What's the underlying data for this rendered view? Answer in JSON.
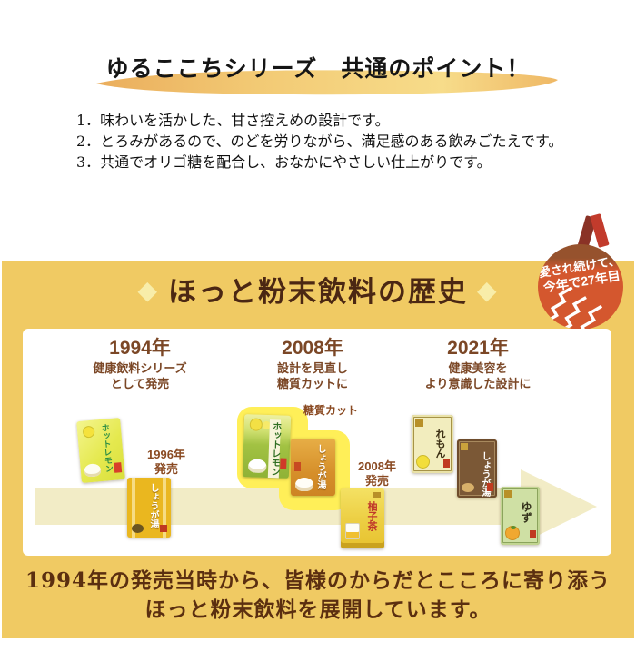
{
  "points": {
    "title": "ゆるここちシリーズ　共通のポイント！",
    "items": [
      "1．味わいを活かした、甘さ控えめの設計です。",
      "2．とろみがあるので、のどを労りながら、満足感のある飲みごたえです。",
      "3．共通でオリゴ糖を配合し、おなかにやさしい仕上がりです。"
    ]
  },
  "badge": {
    "line1": "愛され続けて、",
    "line2": "今年で27年目"
  },
  "history": {
    "diamond_glyph": "◆",
    "title": "ほっと粉末飲料の歴史",
    "milestones": [
      {
        "year": "1994年",
        "line1": "健康飲料シリーズ",
        "line2": "として発売"
      },
      {
        "year": "2008年",
        "line1": "設計を見直し",
        "line2": "糖質カットに"
      },
      {
        "year": "2021年",
        "line1": "健康美容を",
        "line2": "より意識した設計に"
      }
    ],
    "callouts": {
      "launch_1996_line1": "1996年",
      "launch_1996_line2": "発売",
      "sugar_cut": "糖質カット",
      "launch_2008_line1": "2008年",
      "launch_2008_line2": "発売"
    },
    "products": [
      {
        "label": "ホットレモン"
      },
      {
        "label": "しょうが湯"
      },
      {
        "label": "ホットレモン"
      },
      {
        "label": "しょうが湯"
      },
      {
        "label": "柚子茶"
      },
      {
        "label": "れもん"
      },
      {
        "label": "しょうが湯"
      },
      {
        "label": "ゆず"
      }
    ],
    "footer_line1": "1994年の発売当時から、皆様のからだとこころに寄り添う",
    "footer_line2": "ほっと粉末飲料を展開しています。"
  },
  "colors": {
    "band_yellow": "#f0ca63",
    "arrow_cream": "#f2ecc6",
    "highlight_yellow": "#ffef58",
    "badge_orange": "#d4572e",
    "title_maroon": "#4b2713",
    "milestone_brown": "#7b4726",
    "footer_brown": "#5b2f10",
    "diamond_cream": "#f8eda9"
  }
}
